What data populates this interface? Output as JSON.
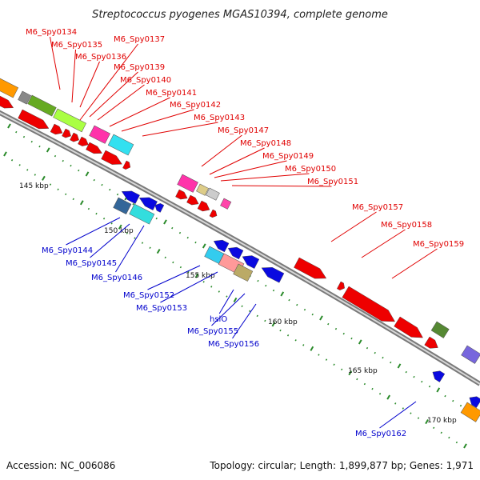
{
  "header": {
    "title": "Streptococcus pyogenes MGAS10394, complete genome"
  },
  "footer": {
    "accession": "Accession: NC_006086",
    "summary": "Topology: circular; Length: 1,899,877 bp; Genes: 1,971"
  },
  "colors": {
    "forward_label": "#e00000",
    "reverse_label": "#0000cc",
    "backbone": "#808080",
    "tick": "#2a8a2a"
  },
  "scale_labels": [
    {
      "id": "kbp-145",
      "text": "145 kbp"
    },
    {
      "id": "kbp-150",
      "text": "150 kbp"
    },
    {
      "id": "kbp-155",
      "text": "155 kbp"
    },
    {
      "id": "kbp-160",
      "text": "160 kbp"
    },
    {
      "id": "kbp-165",
      "text": "165 kbp"
    },
    {
      "id": "kbp-170",
      "text": "170 kbp"
    }
  ],
  "forward_genes": [
    "M6_Spy0134",
    "M6_Spy0135",
    "M6_Spy0136",
    "M6_Spy0137",
    "M6_Spy0139",
    "M6_Spy0140",
    "M6_Spy0141",
    "M6_Spy0142",
    "M6_Spy0143",
    "M6_Spy0147",
    "M6_Spy0148",
    "M6_Spy0149",
    "M6_Spy0150",
    "M6_Spy0151",
    "M6_Spy0157",
    "M6_Spy0158",
    "M6_Spy0159"
  ],
  "reverse_genes": [
    "M6_Spy0144",
    "M6_Spy0145",
    "M6_Spy0146",
    "M6_Spy0152",
    "M6_Spy0153",
    "hslO",
    "M6_Spy0155",
    "M6_Spy0156",
    "M6_Spy0162"
  ]
}
